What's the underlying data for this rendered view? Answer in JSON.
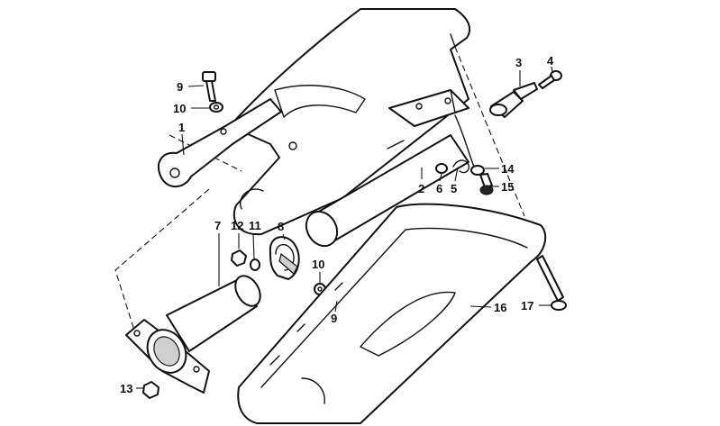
{
  "callouts": [
    {
      "id": "c9a",
      "label": "9"
    },
    {
      "id": "c10a",
      "label": "10"
    },
    {
      "id": "c1",
      "label": "1"
    },
    {
      "id": "c3",
      "label": "3"
    },
    {
      "id": "c4",
      "label": "4"
    },
    {
      "id": "c14",
      "label": "14"
    },
    {
      "id": "c15",
      "label": "15"
    },
    {
      "id": "c2",
      "label": "2"
    },
    {
      "id": "c6",
      "label": "6"
    },
    {
      "id": "c5",
      "label": "5"
    },
    {
      "id": "c7",
      "label": "7"
    },
    {
      "id": "c12",
      "label": "12"
    },
    {
      "id": "c11",
      "label": "11"
    },
    {
      "id": "c8",
      "label": "8"
    },
    {
      "id": "c10b",
      "label": "10"
    },
    {
      "id": "c9b",
      "label": "9"
    },
    {
      "id": "c16",
      "label": "16"
    },
    {
      "id": "c17",
      "label": "17"
    },
    {
      "id": "c13",
      "label": "13"
    }
  ]
}
